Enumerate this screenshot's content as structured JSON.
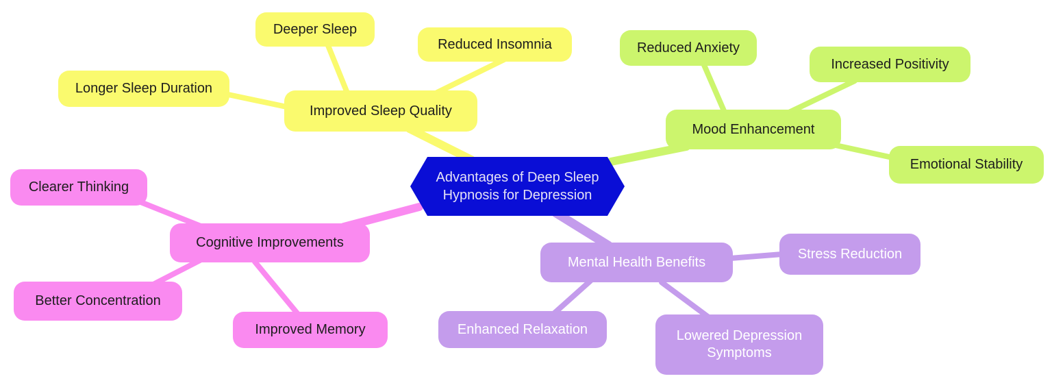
{
  "diagram": {
    "type": "mindmap",
    "root": {
      "label_line1": "Advantages of Deep Sleep",
      "label_line2": "Hypnosis for Depression",
      "fill": "#0A0ED6",
      "text_color": "#E4E1F5"
    },
    "branches": [
      {
        "label": "Improved Sleep Quality",
        "fill": "#FAFA6E",
        "text_color": "#1D1D1D",
        "children": [
          {
            "label": "Deeper Sleep"
          },
          {
            "label": "Reduced Insomnia"
          },
          {
            "label": "Longer Sleep Duration"
          }
        ]
      },
      {
        "label": "Mood Enhancement",
        "fill": "#CCF56D",
        "text_color": "#1D1D1D",
        "children": [
          {
            "label": "Reduced Anxiety"
          },
          {
            "label": "Increased Positivity"
          },
          {
            "label": "Emotional Stability"
          }
        ]
      },
      {
        "label": "Cognitive Improvements",
        "fill": "#FA8AF0",
        "text_color": "#1D1D1D",
        "children": [
          {
            "label": "Clearer Thinking"
          },
          {
            "label": "Better Concentration"
          },
          {
            "label": "Improved Memory"
          }
        ]
      },
      {
        "label": "Mental Health Benefits",
        "fill": "#C49CEC",
        "text_color": "#FFFFFF",
        "children": [
          {
            "label": "Stress Reduction"
          },
          {
            "label": "Enhanced Relaxation"
          },
          {
            "label": "Lowered Depression Symptoms"
          }
        ]
      }
    ]
  }
}
